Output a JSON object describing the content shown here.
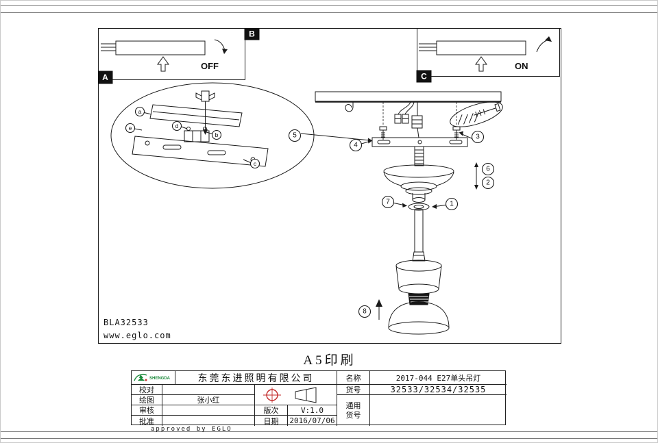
{
  "page": {
    "print_note": "A5印刷",
    "code": "BLA32533",
    "website": "www.eglo.com"
  },
  "panels": {
    "a_label": "A",
    "b_label": "B",
    "c_label": "C",
    "off_label": "OFF",
    "on_label": "ON"
  },
  "balloons": {
    "n1": "1",
    "n2": "2",
    "n3": "3",
    "n4": "4",
    "n5": "5",
    "n6": "6",
    "n7": "7",
    "n8": "8"
  },
  "letters": {
    "a": "a",
    "b": "b",
    "c": "c",
    "d": "d",
    "e": "e"
  },
  "title_block": {
    "logo_text": "SHENGDA",
    "company": "东莞东进照明有限公司",
    "rows": {
      "check_label": "校对",
      "draw_label": "绘图",
      "draw_value": "张小红",
      "review_label": "审核",
      "approve_label": "批准",
      "version_label": "版次",
      "version_value": "V:1.0",
      "date_label": "日期",
      "date_value": "2016/07/06"
    },
    "right": {
      "name_label": "名称",
      "name_value": "2017-044 E27单头吊灯",
      "item_label": "货号",
      "item_value": "32533/32534/32535",
      "general_label": "通用",
      "general_item_label": "货号"
    },
    "approved": "approved by EGLO"
  }
}
